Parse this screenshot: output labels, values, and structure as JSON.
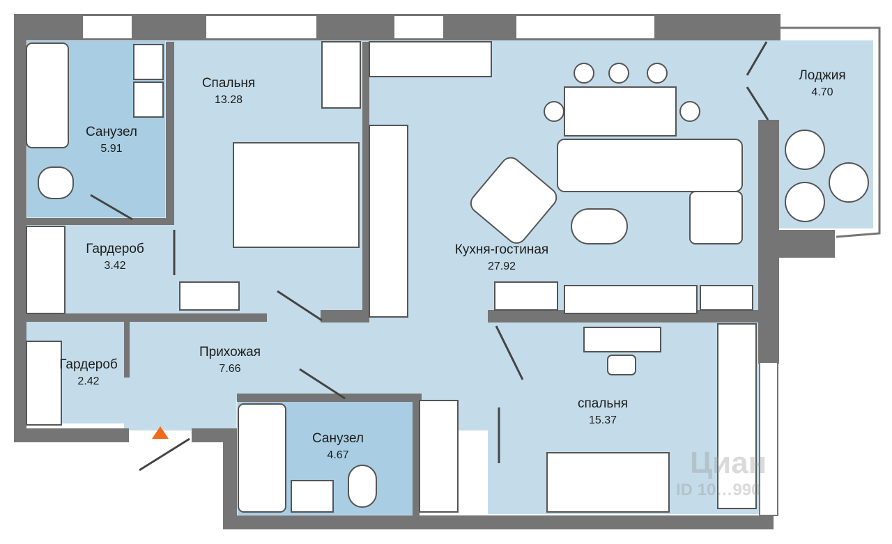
{
  "colors": {
    "wall": "#757575",
    "floor": "#c4dcea",
    "tile": "#a9cde2",
    "furniture": "#ffffff",
    "line": "#444444",
    "entrance_marker": "#f26a1b"
  },
  "rooms": [
    {
      "id": "bathroom-1",
      "name": "Санузел",
      "area": "5.91"
    },
    {
      "id": "bedroom-1",
      "name": "Спальня",
      "area": "13.28"
    },
    {
      "id": "living",
      "name": "Кухня-гостиная",
      "area": "27.92"
    },
    {
      "id": "loggia",
      "name": "Лоджия",
      "area": "4.70"
    },
    {
      "id": "wardrobe-1",
      "name": "Гардероб",
      "area": "3.42"
    },
    {
      "id": "wardrobe-2",
      "name": "Гардероб",
      "area": "2.42"
    },
    {
      "id": "hallway",
      "name": "Прихожая",
      "area": "7.66"
    },
    {
      "id": "bathroom-2",
      "name": "Санузел",
      "area": "4.67"
    },
    {
      "id": "bedroom-2",
      "name": "спальня",
      "area": "15.37"
    }
  ],
  "watermark": {
    "brand": "Циан",
    "id_text": "ID 10…990"
  }
}
